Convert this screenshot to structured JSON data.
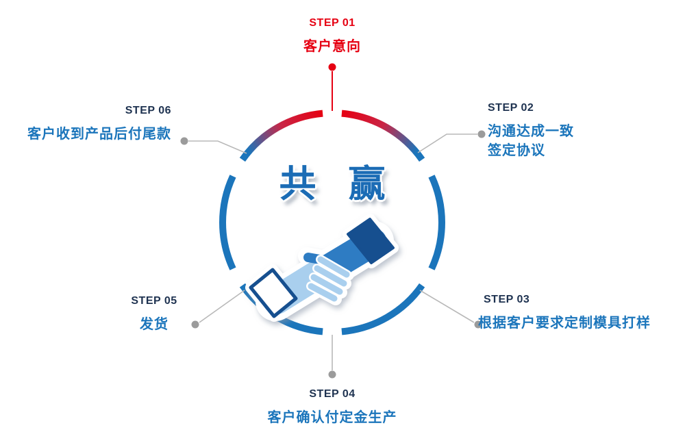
{
  "title": {
    "center": "共 赢"
  },
  "steps": [
    {
      "label": "STEP 01",
      "desc": "客户意向"
    },
    {
      "label": "STEP 02",
      "desc": "沟通达成一致",
      "desc2": "签定协议"
    },
    {
      "label": "STEP 03",
      "desc": "根据客户要求定制模具打样"
    },
    {
      "label": "STEP 04",
      "desc": "客户确认付定金生产"
    },
    {
      "label": "STEP 05",
      "desc": "发货"
    },
    {
      "label": "STEP 06",
      "desc": "客户收到产品后付尾款"
    }
  ],
  "colors": {
    "red": "#e60012",
    "blue": "#1b75bb",
    "dark": "#1e3250",
    "line": "#b8b8b8",
    "dot": "#9b9b9b"
  }
}
